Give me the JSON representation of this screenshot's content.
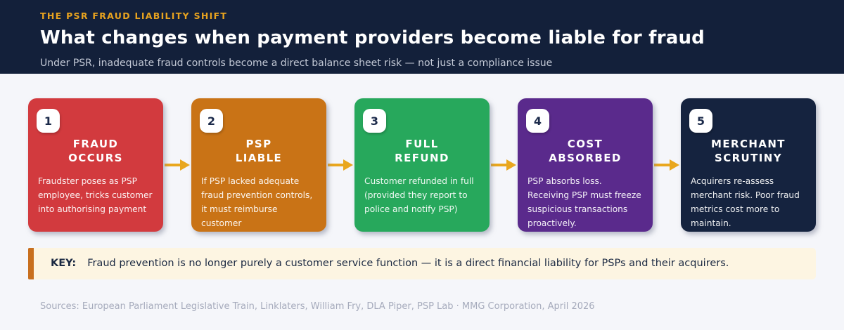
{
  "theme": {
    "page_bg": "#f5f6fa",
    "header_bg": "#13203a",
    "eyebrow_color": "#e8a31f",
    "arrow_color": "#e9a71e",
    "key_bg": "#fdf5e2",
    "key_accent": "#c86f1e",
    "badge_text_color": "#1b2a4a"
  },
  "header": {
    "eyebrow": "THE PSR FRAUD LIABILITY SHIFT",
    "title": "What changes when payment providers become liable for fraud",
    "subtitle": "Under PSR, inadequate fraud controls become a direct balance sheet risk — not just a compliance issue"
  },
  "cards": [
    {
      "num": "1",
      "title": "FRAUD\nOCCURS",
      "body": "Fraudster poses as PSP employee, tricks customer into authorising payment",
      "color": "#d23a3e"
    },
    {
      "num": "2",
      "title": "PSP\nLIABLE",
      "body": "If PSP lacked adequate fraud prevention controls, it must reimburse customer",
      "color": "#c97316"
    },
    {
      "num": "3",
      "title": "FULL\nREFUND",
      "body": "Customer refunded in full (provided they report to police and notify PSP)",
      "color": "#27a85c"
    },
    {
      "num": "4",
      "title": "COST\nABSORBED",
      "body": "PSP absorbs loss. Receiving PSP must freeze suspicious transactions proactively.",
      "color": "#5a2a8c"
    },
    {
      "num": "5",
      "title": "MERCHANT\nSCRUTINY",
      "body": "Acquirers re-assess merchant risk. Poor fraud metrics cost more to maintain.",
      "color": "#15233f"
    }
  ],
  "key": {
    "label": "KEY:",
    "text": "Fraud prevention is no longer purely a customer service function — it is a direct financial liability for PSPs and their acquirers."
  },
  "footer": {
    "sources": "Sources: European Parliament Legislative Train, Linklaters, William Fry, DLA Piper, PSP Lab  ·  MMG Corporation, April 2026"
  }
}
